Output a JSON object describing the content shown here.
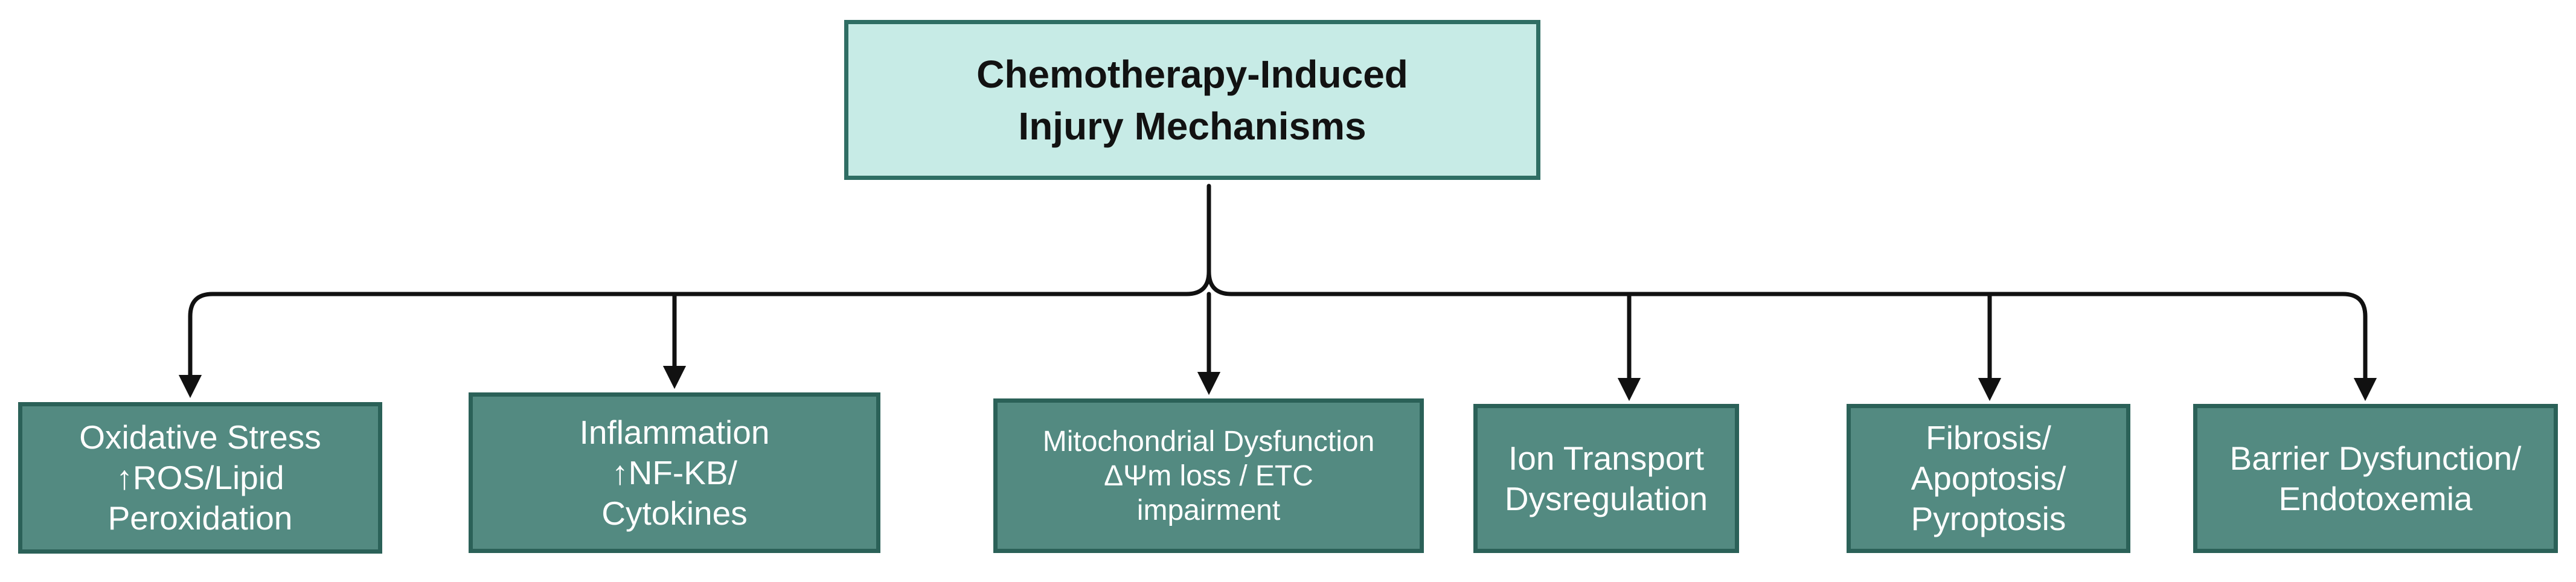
{
  "root": {
    "lines": [
      "Chemotherapy-Induced",
      "Injury Mechanisms"
    ]
  },
  "mechanisms": [
    {
      "lines": [
        "Oxidative Stress",
        "↑ROS/Lipid",
        "Peroxidation"
      ]
    },
    {
      "lines": [
        "Inflammation",
        "↑NF-KB/",
        "Cytokines"
      ]
    },
    {
      "lines": [
        "Mitochondrial Dysfunction",
        "ΔΨm loss / ETC",
        "impairment"
      ]
    },
    {
      "lines": [
        "Ion Transport",
        "Dysregulation"
      ]
    },
    {
      "lines": [
        "Fibrosis/",
        "Apoptosis/",
        "Pyroptosis"
      ]
    },
    {
      "lines": [
        "Barrier Dysfunction/",
        "Endotoxemia"
      ]
    }
  ],
  "colors": {
    "root_fill": "#c7ebe6",
    "root_border": "#2f6e64",
    "child_fill": "#538a81",
    "child_border": "#2b6158",
    "connector": "#111111"
  }
}
